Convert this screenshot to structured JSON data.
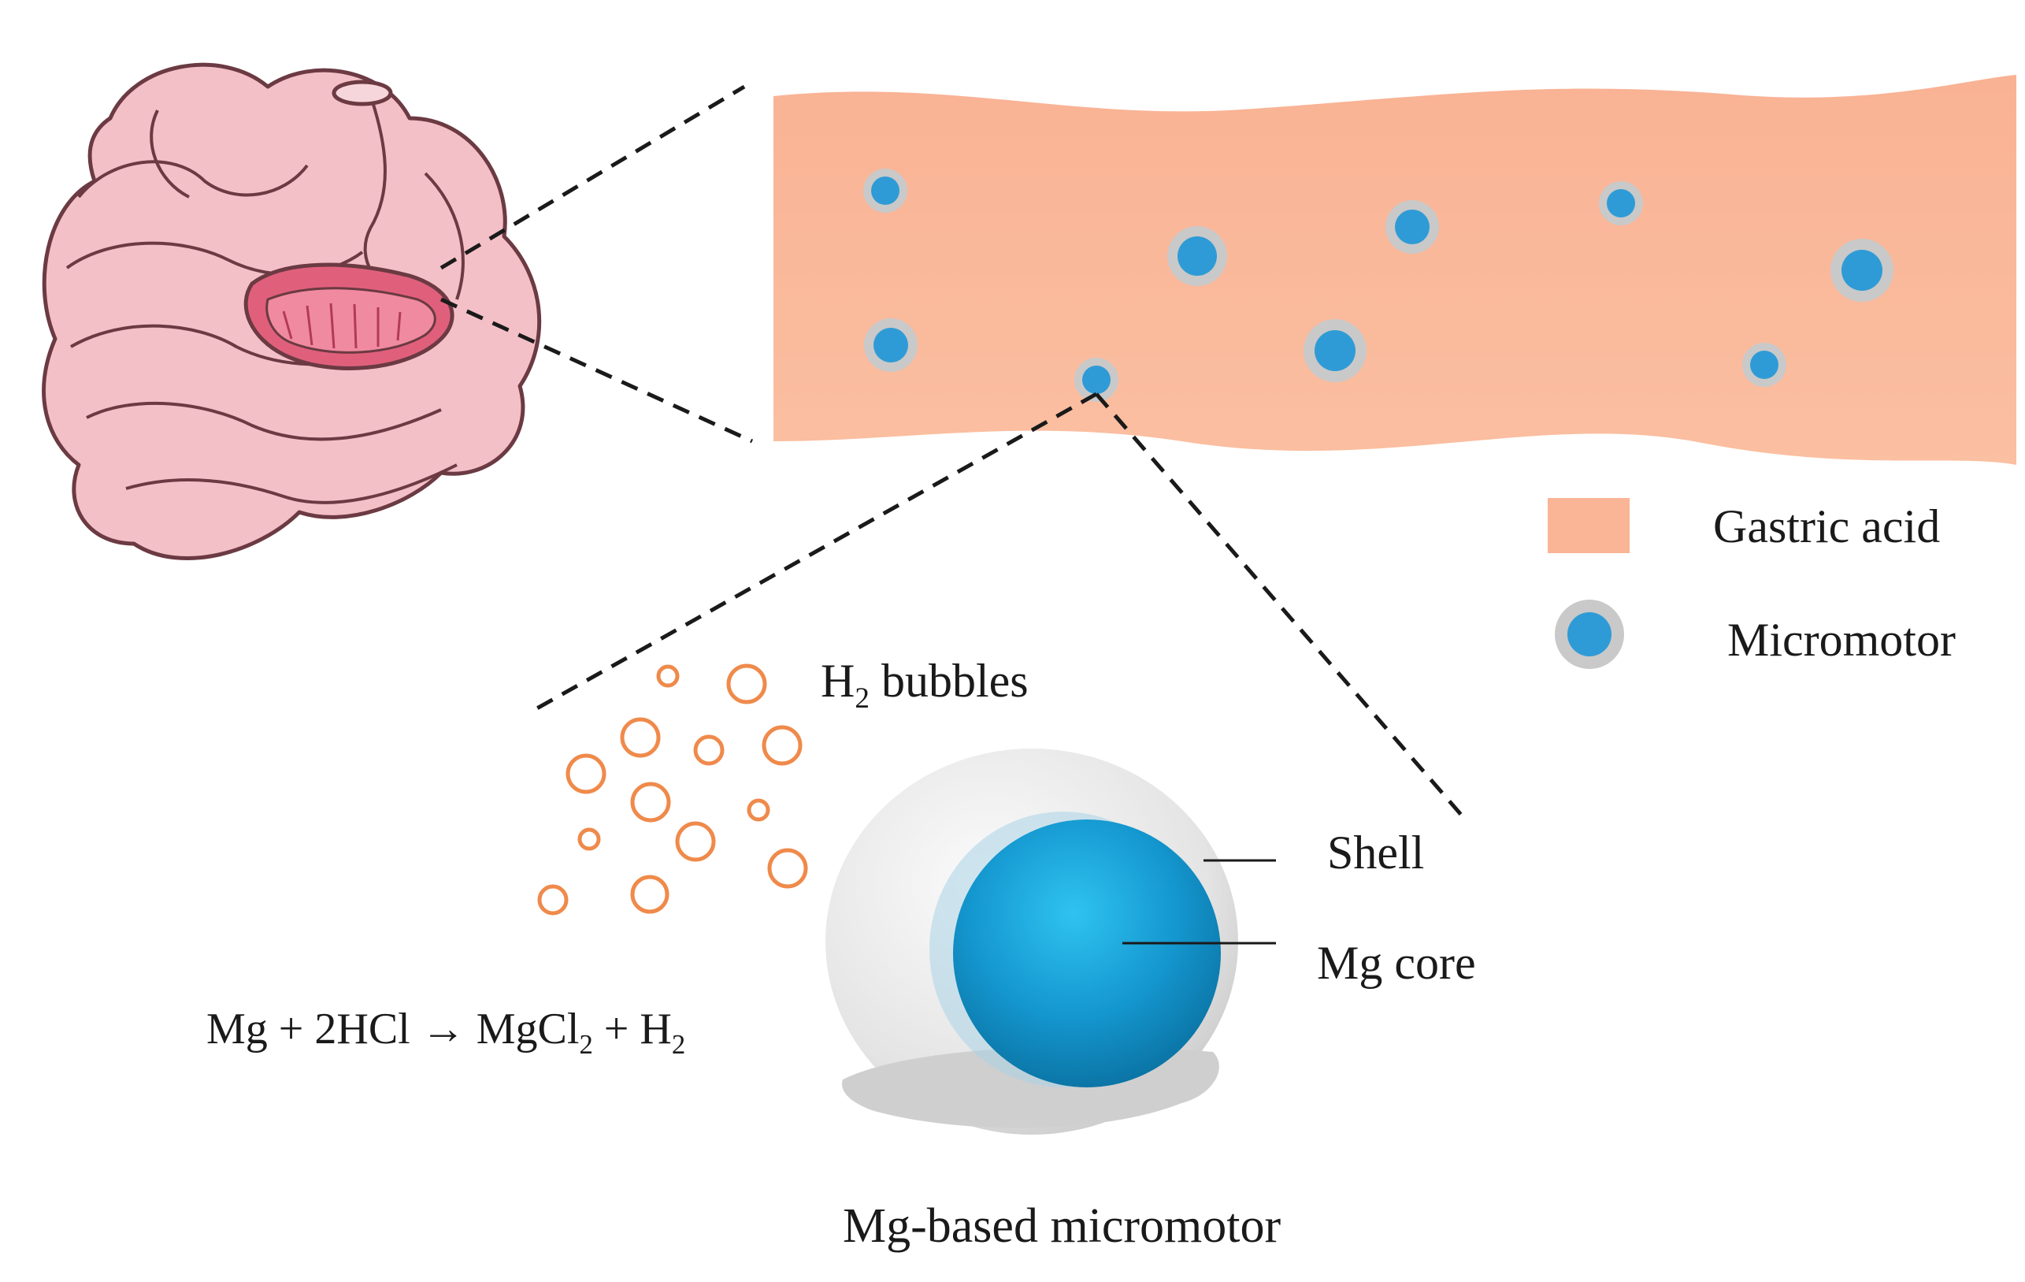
{
  "legend": {
    "items": [
      {
        "label": "Gastric acid",
        "color": "#f9b596"
      },
      {
        "label": "Micromotor",
        "color": "#2f9bd6"
      }
    ]
  },
  "bubbles_label": {
    "prefix": "H",
    "sub": "2",
    "rest": " bubbles"
  },
  "equation": {
    "part1": "Mg + 2HCl → MgCl",
    "sub1": "2",
    "part2": " + H",
    "sub2": "2"
  },
  "micromotor_parts": {
    "shell": "Shell",
    "core": "Mg core"
  },
  "caption": "Mg-based micromotor",
  "colors": {
    "acid": "#f9b596",
    "acid_edge": "#fcc7ab",
    "core": "#1b8fca",
    "shell": "#c9c9c9",
    "bubble": "#ef8a4b",
    "intestine": "#f2b8c0",
    "intestine_outline": "#6b3a42"
  }
}
